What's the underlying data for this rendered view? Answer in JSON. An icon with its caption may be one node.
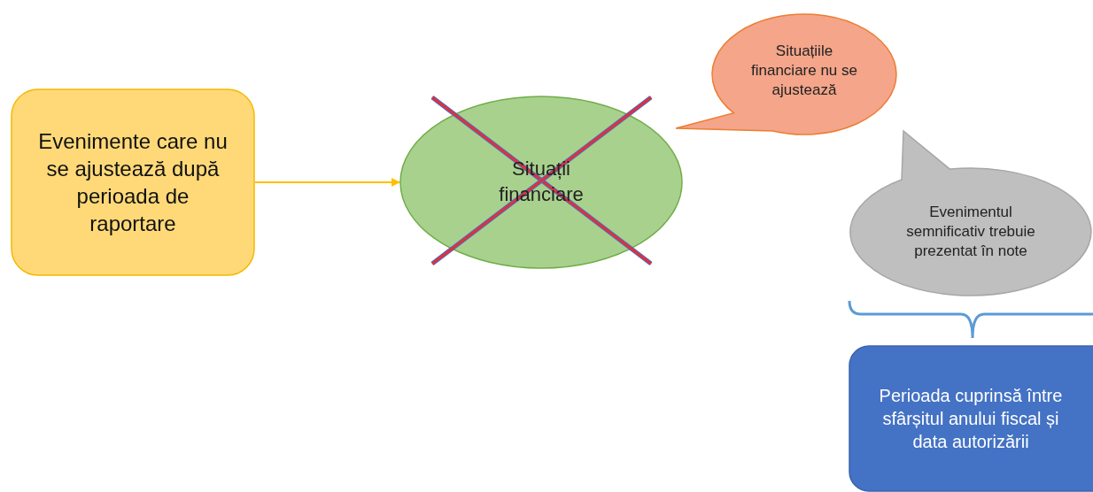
{
  "diagram": {
    "nodes": [
      {
        "text": [
          "Evenimente care nu se ajustează după perioada de raportare"
        ]
      },
      {
        "text": [
          "Situații financiare"
        ]
      },
      {
        "text": [
          "Situațiile financiare nu se ajustează"
        ]
      },
      {
        "text": [
          "Evenimentul semnificativ trebuie prezentat în note"
        ]
      },
      {
        "text": [
          "Perioada cuprinsă între sfârșitul anului fiscal și data autorizării"
        ]
      }
    ],
    "edges": [
      {
        "from": 0,
        "to": 1,
        "arrow": "to"
      }
    ]
  }
}
